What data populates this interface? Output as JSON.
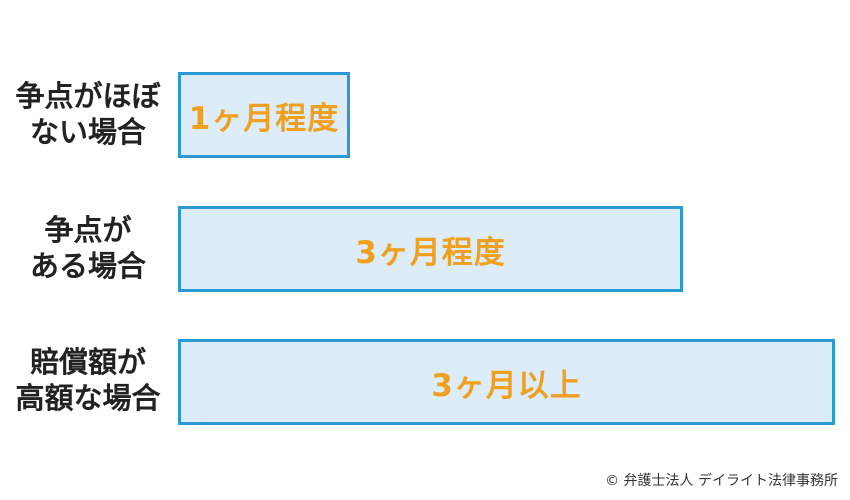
{
  "rows": [
    {
      "label_lines": [
        "争点がほぼ",
        "ない場合"
      ],
      "bar_text": "1ヶ月程度",
      "duration_months": 1
    },
    {
      "label_lines": [
        "争点が",
        "ある場合"
      ],
      "bar_text": "3ヶ月程度",
      "duration_months": 3
    },
    {
      "label_lines": [
        "賠償額が",
        "高額な場合"
      ],
      "bar_text": "3ヶ月以上",
      "duration_months": 4
    }
  ],
  "colors": {
    "bar_border": "#2b9ad4",
    "bar_fill": "#dcedf9",
    "bar_text": "#f0a020",
    "label_text": "#222222"
  },
  "copyright": "© 弁護士法人 デイライト法律事務所"
}
